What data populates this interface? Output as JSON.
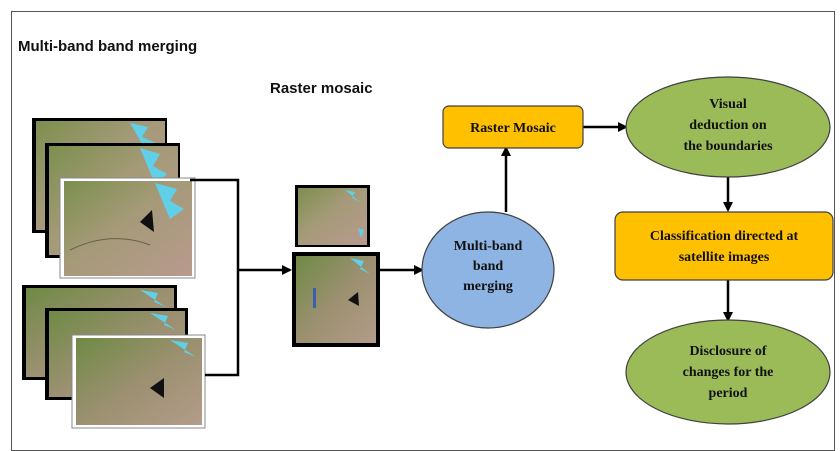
{
  "header": {
    "title": "Multi-band band merging",
    "section_label": "Raster mosaic"
  },
  "nodes": {
    "multiband": {
      "lines": [
        "Multi-band",
        "band",
        "merging"
      ]
    },
    "raster_mosaic": {
      "lines": [
        "Raster Mosaic"
      ]
    },
    "visual": {
      "lines": [
        "Visual",
        "deduction on",
        "the boundaries"
      ]
    },
    "classification": {
      "lines": [
        "Classification directed at",
        "satellite images"
      ]
    },
    "disclosure": {
      "lines": [
        "Disclosure of",
        "changes for the",
        "period"
      ]
    }
  },
  "colors": {
    "ellipse_blue": "#8eb4e3",
    "ellipse_green": "#9bbb59",
    "box_orange": "#ffc000",
    "stroke": "#404040",
    "arrow": "#000000",
    "img_land": "#9a8f6a",
    "img_veg": "#6f8a45",
    "img_water": "#5fd0e8"
  }
}
